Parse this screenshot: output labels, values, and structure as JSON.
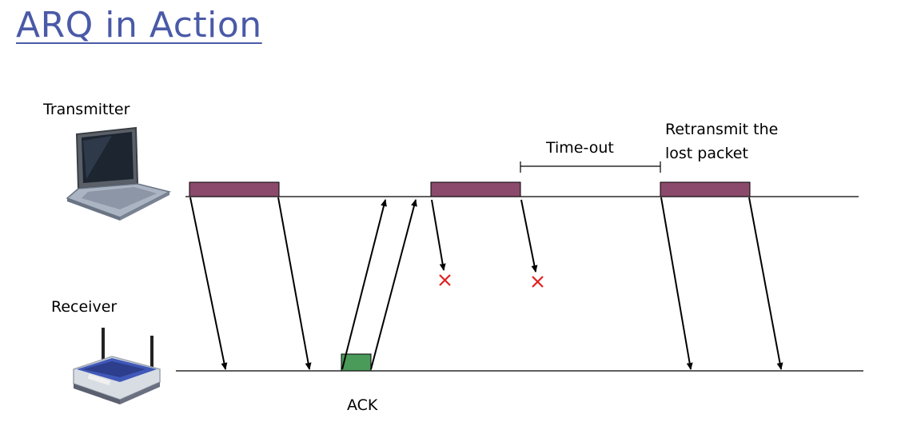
{
  "title": "ARQ in Action",
  "labels": {
    "transmitter": "Transmitter",
    "receiver": "Receiver",
    "timeout": "Time-out",
    "retransmit_line1": "Retransmit the",
    "retransmit_line2": "lost packet",
    "ack": "ACK"
  },
  "colors": {
    "title": "#4a5aa8",
    "packet": "#8b4a6b",
    "ack": "#4a9a5a",
    "loss_mark": "#e02020",
    "line": "#000000"
  },
  "icons": {
    "transmitter": "laptop-icon",
    "receiver": "wireless-router-icon",
    "loss": "x-mark-icon"
  }
}
